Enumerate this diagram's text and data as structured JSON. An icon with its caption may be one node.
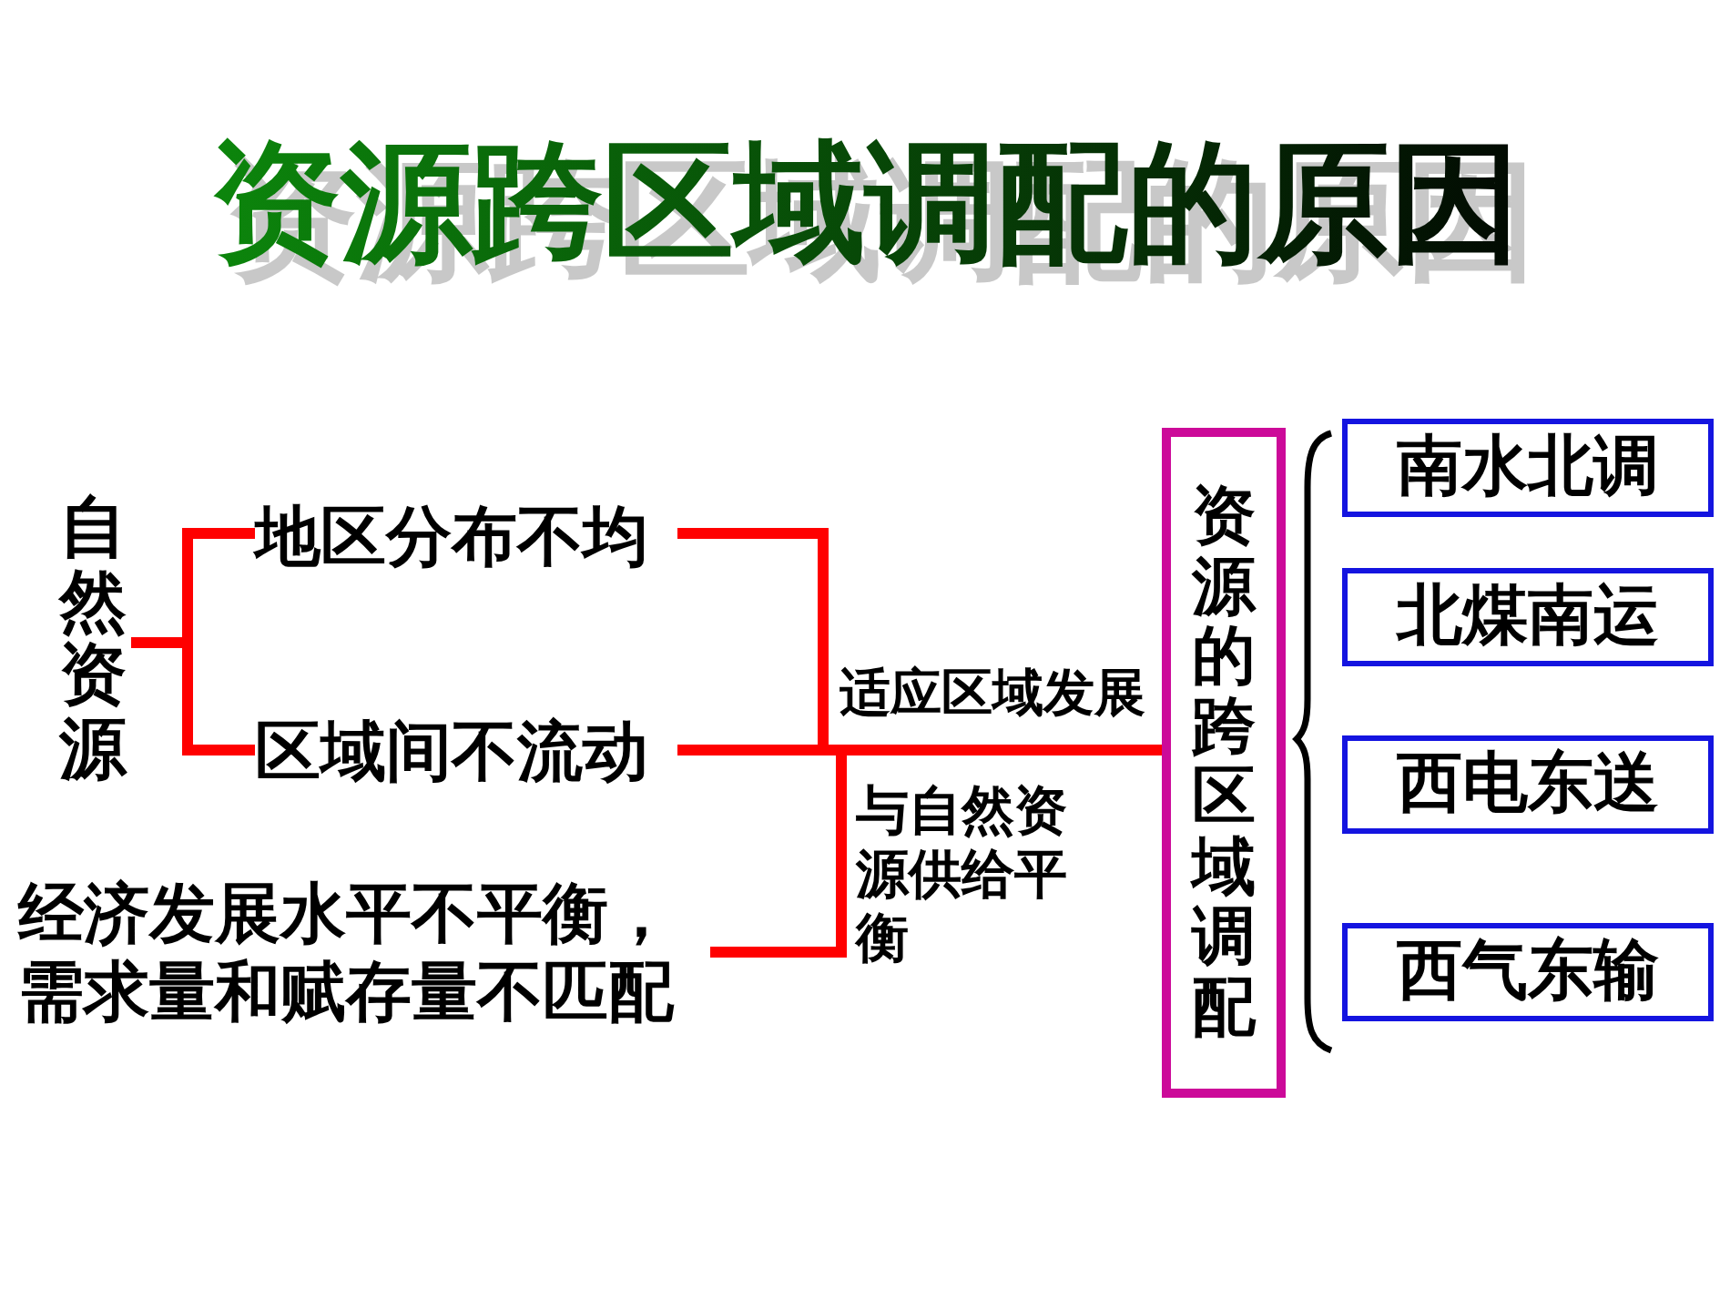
{
  "diagram": {
    "title": "资源跨区域调配的原因",
    "nodes": [
      {
        "text": [
          "自然资源"
        ]
      },
      {
        "text": [
          "地区分布不均"
        ]
      },
      {
        "text": [
          "区域间不流动"
        ]
      },
      {
        "text": [
          "经济发展水平不平衡，需求量和赋存量不匹配"
        ]
      },
      {
        "text": [
          "资源的跨区域调配"
        ]
      },
      {
        "text": [
          "南水北调"
        ]
      },
      {
        "text": [
          "北煤南运"
        ]
      },
      {
        "text": [
          "西电东送"
        ]
      },
      {
        "text": [
          "西气东输"
        ]
      }
    ],
    "edges": [
      {
        "from": 0,
        "to": 1,
        "arrow": "none"
      },
      {
        "from": 0,
        "to": 2,
        "arrow": "none"
      },
      {
        "from": 1,
        "to": 4,
        "arrow": "none"
      },
      {
        "from": 2,
        "to": 4,
        "arrow": "none"
      },
      {
        "from": 3,
        "to": 4,
        "arrow": "none"
      }
    ],
    "labels": [
      "适应区域发展",
      "与自然资源供给平衡"
    ]
  }
}
